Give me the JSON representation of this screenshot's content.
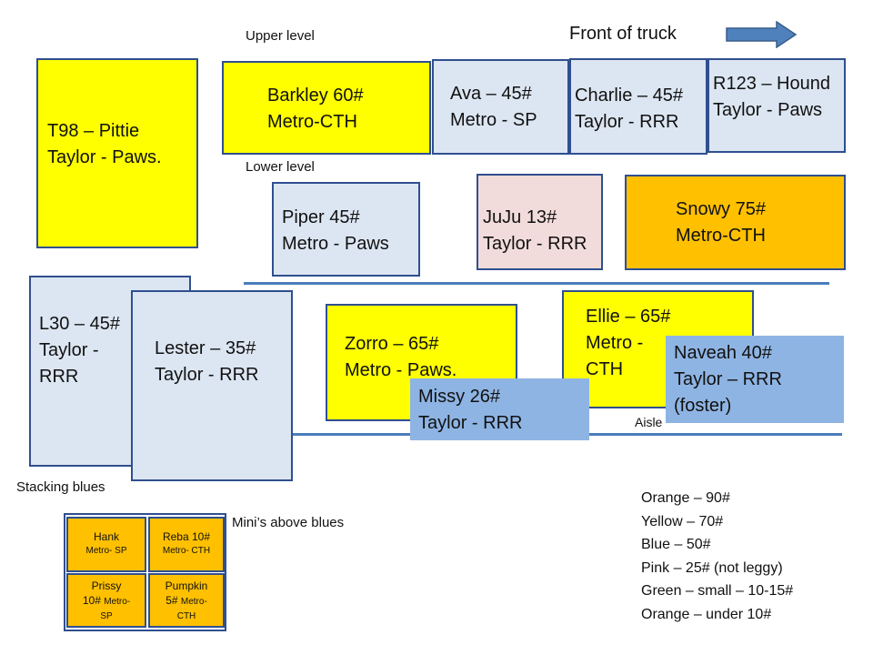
{
  "headers": {
    "upper_level": "Upper level",
    "lower_level": "Lower level",
    "front_of_truck": "Front of truck",
    "aisle": "Aisle",
    "stacking_blues": "Stacking blues",
    "minis_above_blues": "Mini’s above blues"
  },
  "crates": {
    "t98": {
      "line1": "T98 – Pittie",
      "line2": "Taylor  - Paws."
    },
    "barkley": {
      "line1": "Barkley  60#",
      "line2": "Metro-CTH"
    },
    "ava": {
      "line1": "Ava – 45#",
      "line2": "Metro - SP"
    },
    "charlie": {
      "line1": "Charlie – 45#",
      "line2": "Taylor - RRR"
    },
    "r123": {
      "line1": "R123 – Hound",
      "line2": "Taylor - Paws"
    },
    "piper": {
      "line1": "Piper 45#",
      "line2": "Metro - Paws"
    },
    "juju": {
      "line1": "JuJu 13#",
      "line2": "Taylor - RRR"
    },
    "snowy": {
      "line1": "Snowy 75#",
      "line2": "Metro-CTH"
    },
    "l30": {
      "line1": "L30 – 45#",
      "line2": "Taylor -",
      "line3": "RRR"
    },
    "lester": {
      "line1": "Lester – 35#",
      "line2": "Taylor - RRR"
    },
    "zorro": {
      "line1": "Zorro  – 65#",
      "line2": "Metro - Paws."
    },
    "missy": {
      "line1": "Missy 26#",
      "line2": "Taylor - RRR"
    },
    "ellie": {
      "line1": "Ellie – 65#",
      "line2": "Metro -",
      "line3": "CTH"
    },
    "naveah": {
      "line1": "Naveah 40#",
      "line2": "Taylor – RRR",
      "line3": "(foster)"
    }
  },
  "minis": {
    "hank": {
      "line1": "Hank",
      "line2": "Metro- SP"
    },
    "reba": {
      "line1": "Reba 10#",
      "line2": "Metro- CTH"
    },
    "prissy": {
      "line1": "Prissy",
      "line2": "10#",
      "line2b": "Metro-",
      "line3": "SP"
    },
    "pumpkin": {
      "line1": "Pumpkin",
      "line2": "5#",
      "line2b": "Metro-",
      "line3": "CTH"
    }
  },
  "legend": [
    "Orange – 90#",
    "Yellow – 70#",
    "Blue – 50#",
    "Pink – 25# (not leggy)",
    "Green – small – 10-15#",
    "Orange – under  10#"
  ],
  "colors": {
    "yellow": "#ffff00",
    "blue": "#dce6f2",
    "pink": "#f2dcdb",
    "orange": "#ffc000",
    "solid_blue": "#8eb4e3",
    "border": "#2f4f8f",
    "arrow": "#4f81bd"
  },
  "icons": {
    "front_arrow": "right-arrow-icon"
  }
}
